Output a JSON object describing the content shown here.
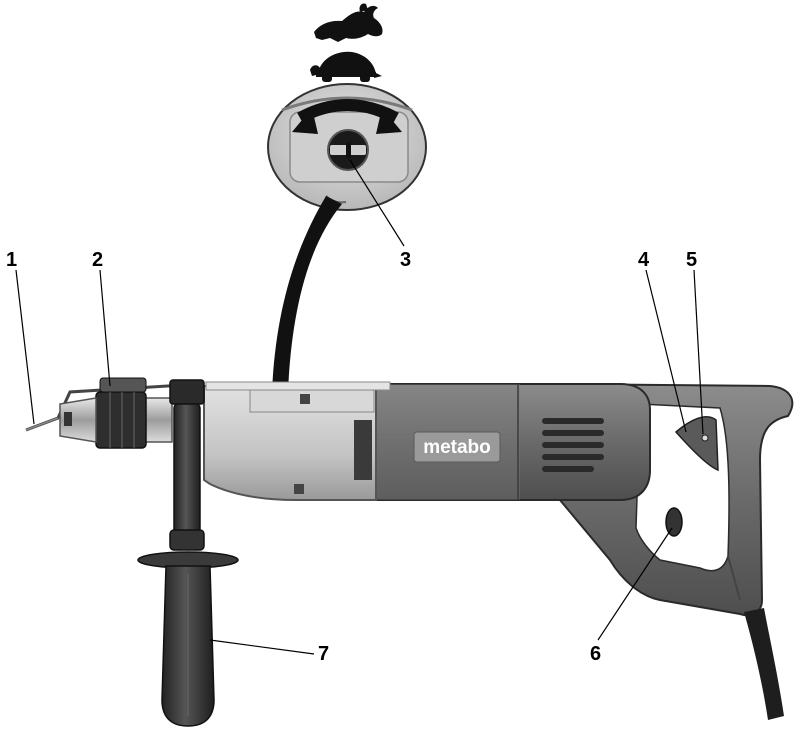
{
  "brand": {
    "logo_text": "metabo"
  },
  "callouts": [
    {
      "id": "1",
      "label": "1"
    },
    {
      "id": "2",
      "label": "2"
    },
    {
      "id": "3",
      "label": "3"
    },
    {
      "id": "4",
      "label": "4"
    },
    {
      "id": "5",
      "label": "5"
    },
    {
      "id": "6",
      "label": "6"
    },
    {
      "id": "7",
      "label": "7"
    }
  ],
  "speed_symbols": {
    "fast": "hare-icon",
    "slow": "tortoise-icon"
  },
  "colors": {
    "body_dark": "#6f6f6f",
    "gear_housing": "#c9c9c9",
    "grip": "#3a3a3a",
    "logo_plate": "#9a9a9a"
  }
}
